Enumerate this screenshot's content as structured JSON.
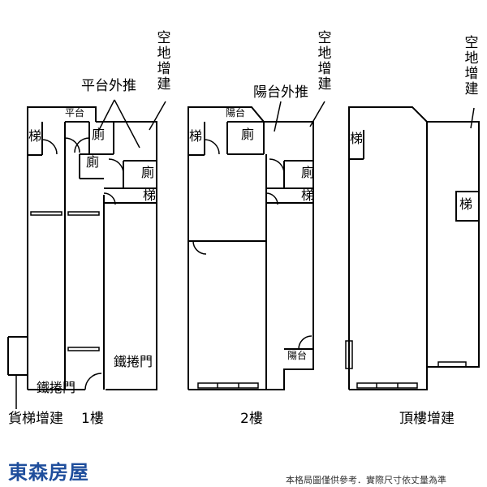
{
  "brand": {
    "name": "東森房屋",
    "color": "#1f4e9c"
  },
  "disclaimer": "本格局圖僅供參考．實際尺寸依丈量為準",
  "floors": [
    {
      "caption": "1樓",
      "labels": {
        "open_space_addition": "空地增建",
        "platform_extension": "平台外推",
        "platform": "平台",
        "stairs_left": "梯",
        "toilet_top": "廁",
        "toilet_mid": "廁",
        "toilet_right": "廁",
        "stairs_right": "梯",
        "iron_shutter_right": "鐵捲門",
        "iron_shutter_bottom": "鐵捲門",
        "freight_elevator": "貨梯增建"
      }
    },
    {
      "caption": "2樓",
      "labels": {
        "open_space_addition": "空地增建",
        "balcony_extension": "陽台外推",
        "balcony_top": "陽台",
        "stairs_left": "梯",
        "toilet_top": "廁",
        "toilet_right": "廁",
        "stairs_right": "梯",
        "balcony_bottom": "陽台"
      }
    },
    {
      "caption": "頂樓增建",
      "labels": {
        "open_space_addition": "空地增建",
        "stairs_left": "梯",
        "stairs_right": "梯"
      }
    }
  ]
}
